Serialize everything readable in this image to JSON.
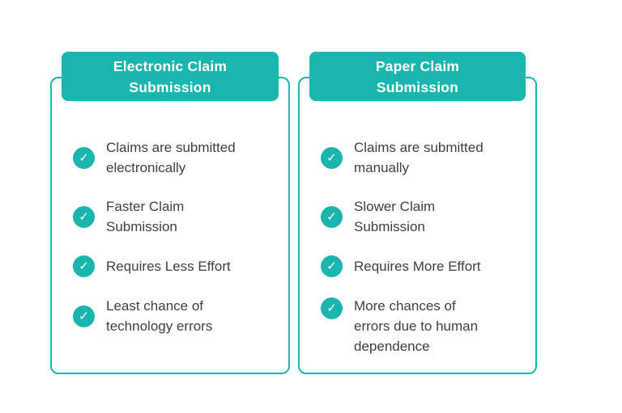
{
  "theme": {
    "accent": "#1ab6ae",
    "text_color": "#3f3f3f",
    "header_text_color": "#ffffff",
    "background": "#ffffff"
  },
  "icons": {
    "checkmark": "✓"
  },
  "cards": [
    {
      "title": "Electronic Claim\nSubmission",
      "items": [
        "Claims are submitted\nelectronically",
        "Faster Claim\nSubmission",
        "Requires Less Effort",
        "Least chance of\ntechnology errors"
      ]
    },
    {
      "title": "Paper Claim\nSubmission",
      "items": [
        "Claims are submitted\nmanually",
        "Slower Claim\nSubmission",
        "Requires More Effort",
        "More chances of\nerrors due to human\ndependence"
      ]
    }
  ]
}
